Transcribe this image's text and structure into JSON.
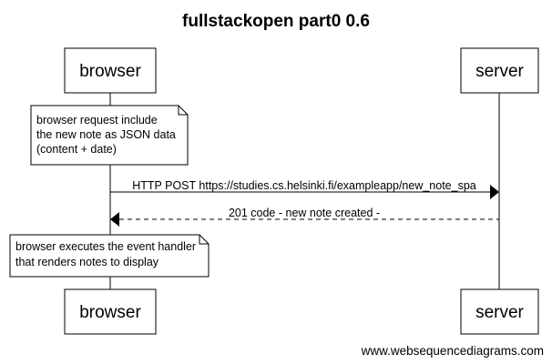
{
  "title": "fullstackopen part0 0.6",
  "participants": {
    "browser": "browser",
    "server": "server"
  },
  "notes": {
    "request": {
      "lines": [
        "browser request include",
        "the new note as JSON data",
        "(content + date)"
      ]
    },
    "handler": {
      "lines": [
        "browser executes the event handler",
        "that renders notes to display"
      ]
    }
  },
  "messages": {
    "post": {
      "from": "browser",
      "to": "server",
      "style": "solid",
      "text": "HTTP POST https://studies.cs.helsinki.fi/exampleapp/new_note_spa"
    },
    "response": {
      "from": "server",
      "to": "browser",
      "style": "dashed",
      "text": "201 code - new note created -"
    }
  },
  "footer": "www.websequencediagrams.com",
  "colors": {
    "stroke": "#000000",
    "fill": "#ffffff",
    "text": "#000000"
  }
}
